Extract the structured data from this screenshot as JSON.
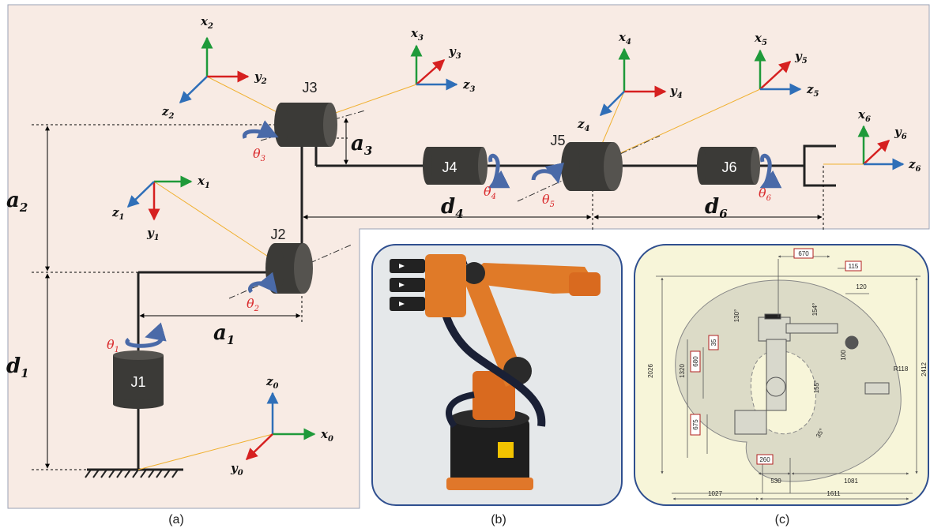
{
  "panel_a": {
    "joints": [
      "J1",
      "J2",
      "J3",
      "J4",
      "J5",
      "J6"
    ],
    "frames": [
      {
        "axes": [
          {
            "base": "z",
            "sub": "0"
          },
          {
            "base": "x",
            "sub": "0"
          },
          {
            "base": "y",
            "sub": "0"
          }
        ]
      },
      {
        "axes": [
          {
            "base": "x",
            "sub": "1"
          },
          {
            "base": "y",
            "sub": "1"
          },
          {
            "base": "z",
            "sub": "1"
          }
        ]
      },
      {
        "axes": [
          {
            "base": "x",
            "sub": "2"
          },
          {
            "base": "y",
            "sub": "2"
          },
          {
            "base": "z",
            "sub": "2"
          }
        ]
      },
      {
        "axes": [
          {
            "base": "x",
            "sub": "3"
          },
          {
            "base": "y",
            "sub": "3"
          },
          {
            "base": "z",
            "sub": "3"
          }
        ]
      },
      {
        "axes": [
          {
            "base": "x",
            "sub": "4"
          },
          {
            "base": "y",
            "sub": "4"
          },
          {
            "base": "z",
            "sub": "4"
          }
        ]
      },
      {
        "axes": [
          {
            "base": "x",
            "sub": "5"
          },
          {
            "base": "y",
            "sub": "5"
          },
          {
            "base": "z",
            "sub": "5"
          }
        ]
      },
      {
        "axes": [
          {
            "base": "x",
            "sub": "6"
          },
          {
            "base": "y",
            "sub": "6"
          },
          {
            "base": "z",
            "sub": "6"
          }
        ]
      }
    ],
    "angles": [
      {
        "base": "θ",
        "sub": "1"
      },
      {
        "base": "θ",
        "sub": "2"
      },
      {
        "base": "θ",
        "sub": "3"
      },
      {
        "base": "θ",
        "sub": "4"
      },
      {
        "base": "θ",
        "sub": "5"
      },
      {
        "base": "θ",
        "sub": "6"
      }
    ],
    "params": [
      {
        "base": "a",
        "sub": "1"
      },
      {
        "base": "a",
        "sub": "2"
      },
      {
        "base": "a",
        "sub": "3"
      },
      {
        "base": "d",
        "sub": "1"
      },
      {
        "base": "d",
        "sub": "4"
      },
      {
        "base": "d",
        "sub": "6"
      }
    ]
  },
  "panel_c": {
    "dims": [
      "670",
      "115",
      "120",
      "35",
      "680",
      "1320",
      "2026",
      "675",
      "260",
      "530",
      "1081",
      "1027",
      "1611",
      "2412",
      "100",
      "R118"
    ],
    "angles": [
      "130°",
      "154°",
      "155°",
      "35°"
    ]
  },
  "captions": [
    "(a)",
    "(b)",
    "(c)"
  ],
  "colors": {
    "x_axis": "#1f9a3a",
    "y_axis": "#d62020",
    "z_axis": "#2f6fb8",
    "joint": "#3b3a37",
    "angle_text": "#d9292b",
    "rotation_arrow": "#4a6aa8"
  }
}
